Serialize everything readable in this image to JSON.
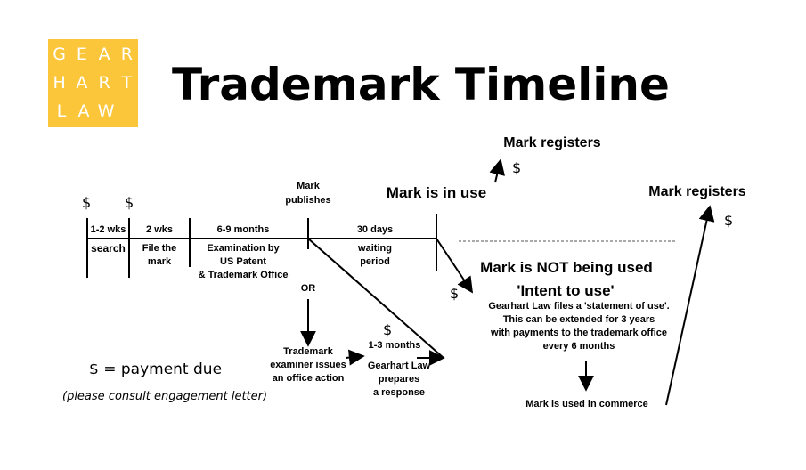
{
  "logo": {
    "row1": [
      "G",
      "E",
      "A",
      "R"
    ],
    "row2": [
      "H",
      "A",
      "R",
      "T"
    ],
    "row3": [
      "L",
      "A",
      "W"
    ]
  },
  "title": "Trademark Timeline",
  "timeline": {
    "seg1_duration": "1-2 wks",
    "seg1_label": "search",
    "seg2_duration": "2 wks",
    "seg2_label_1": "File the",
    "seg2_label_2": "mark",
    "seg3_duration": "6-9 months",
    "seg3_label_1": "Examination by",
    "seg3_label_2": "US Patent",
    "seg3_label_3": "& Trademark Office",
    "publish_1": "Mark",
    "publish_2": "publishes",
    "seg4_duration": "30 days",
    "seg4_label_1": "waiting",
    "seg4_label_2": "period",
    "or": "OR",
    "action_1": "Trademark",
    "action_2": "examiner issues",
    "action_3": "an office action",
    "response_duration": "1-3 months",
    "response_1": "Gearhart Law",
    "response_2": "prepares",
    "response_3": "a response"
  },
  "in_use": {
    "label": "Mark is in use",
    "registers": "Mark registers"
  },
  "not_used": {
    "label": "Mark is NOT being used",
    "intent": "'Intent to use'",
    "desc_1": "Gearhart Law files a 'statement of use'.",
    "desc_2": "This can be extended for 3 years",
    "desc_3": "with payments to the trademark office",
    "desc_4": "every 6 months",
    "commerce": "Mark is used in commerce",
    "registers": "Mark registers"
  },
  "dollar_sign": "$",
  "legend": "$ = payment due",
  "note": "(please consult engagement letter)"
}
